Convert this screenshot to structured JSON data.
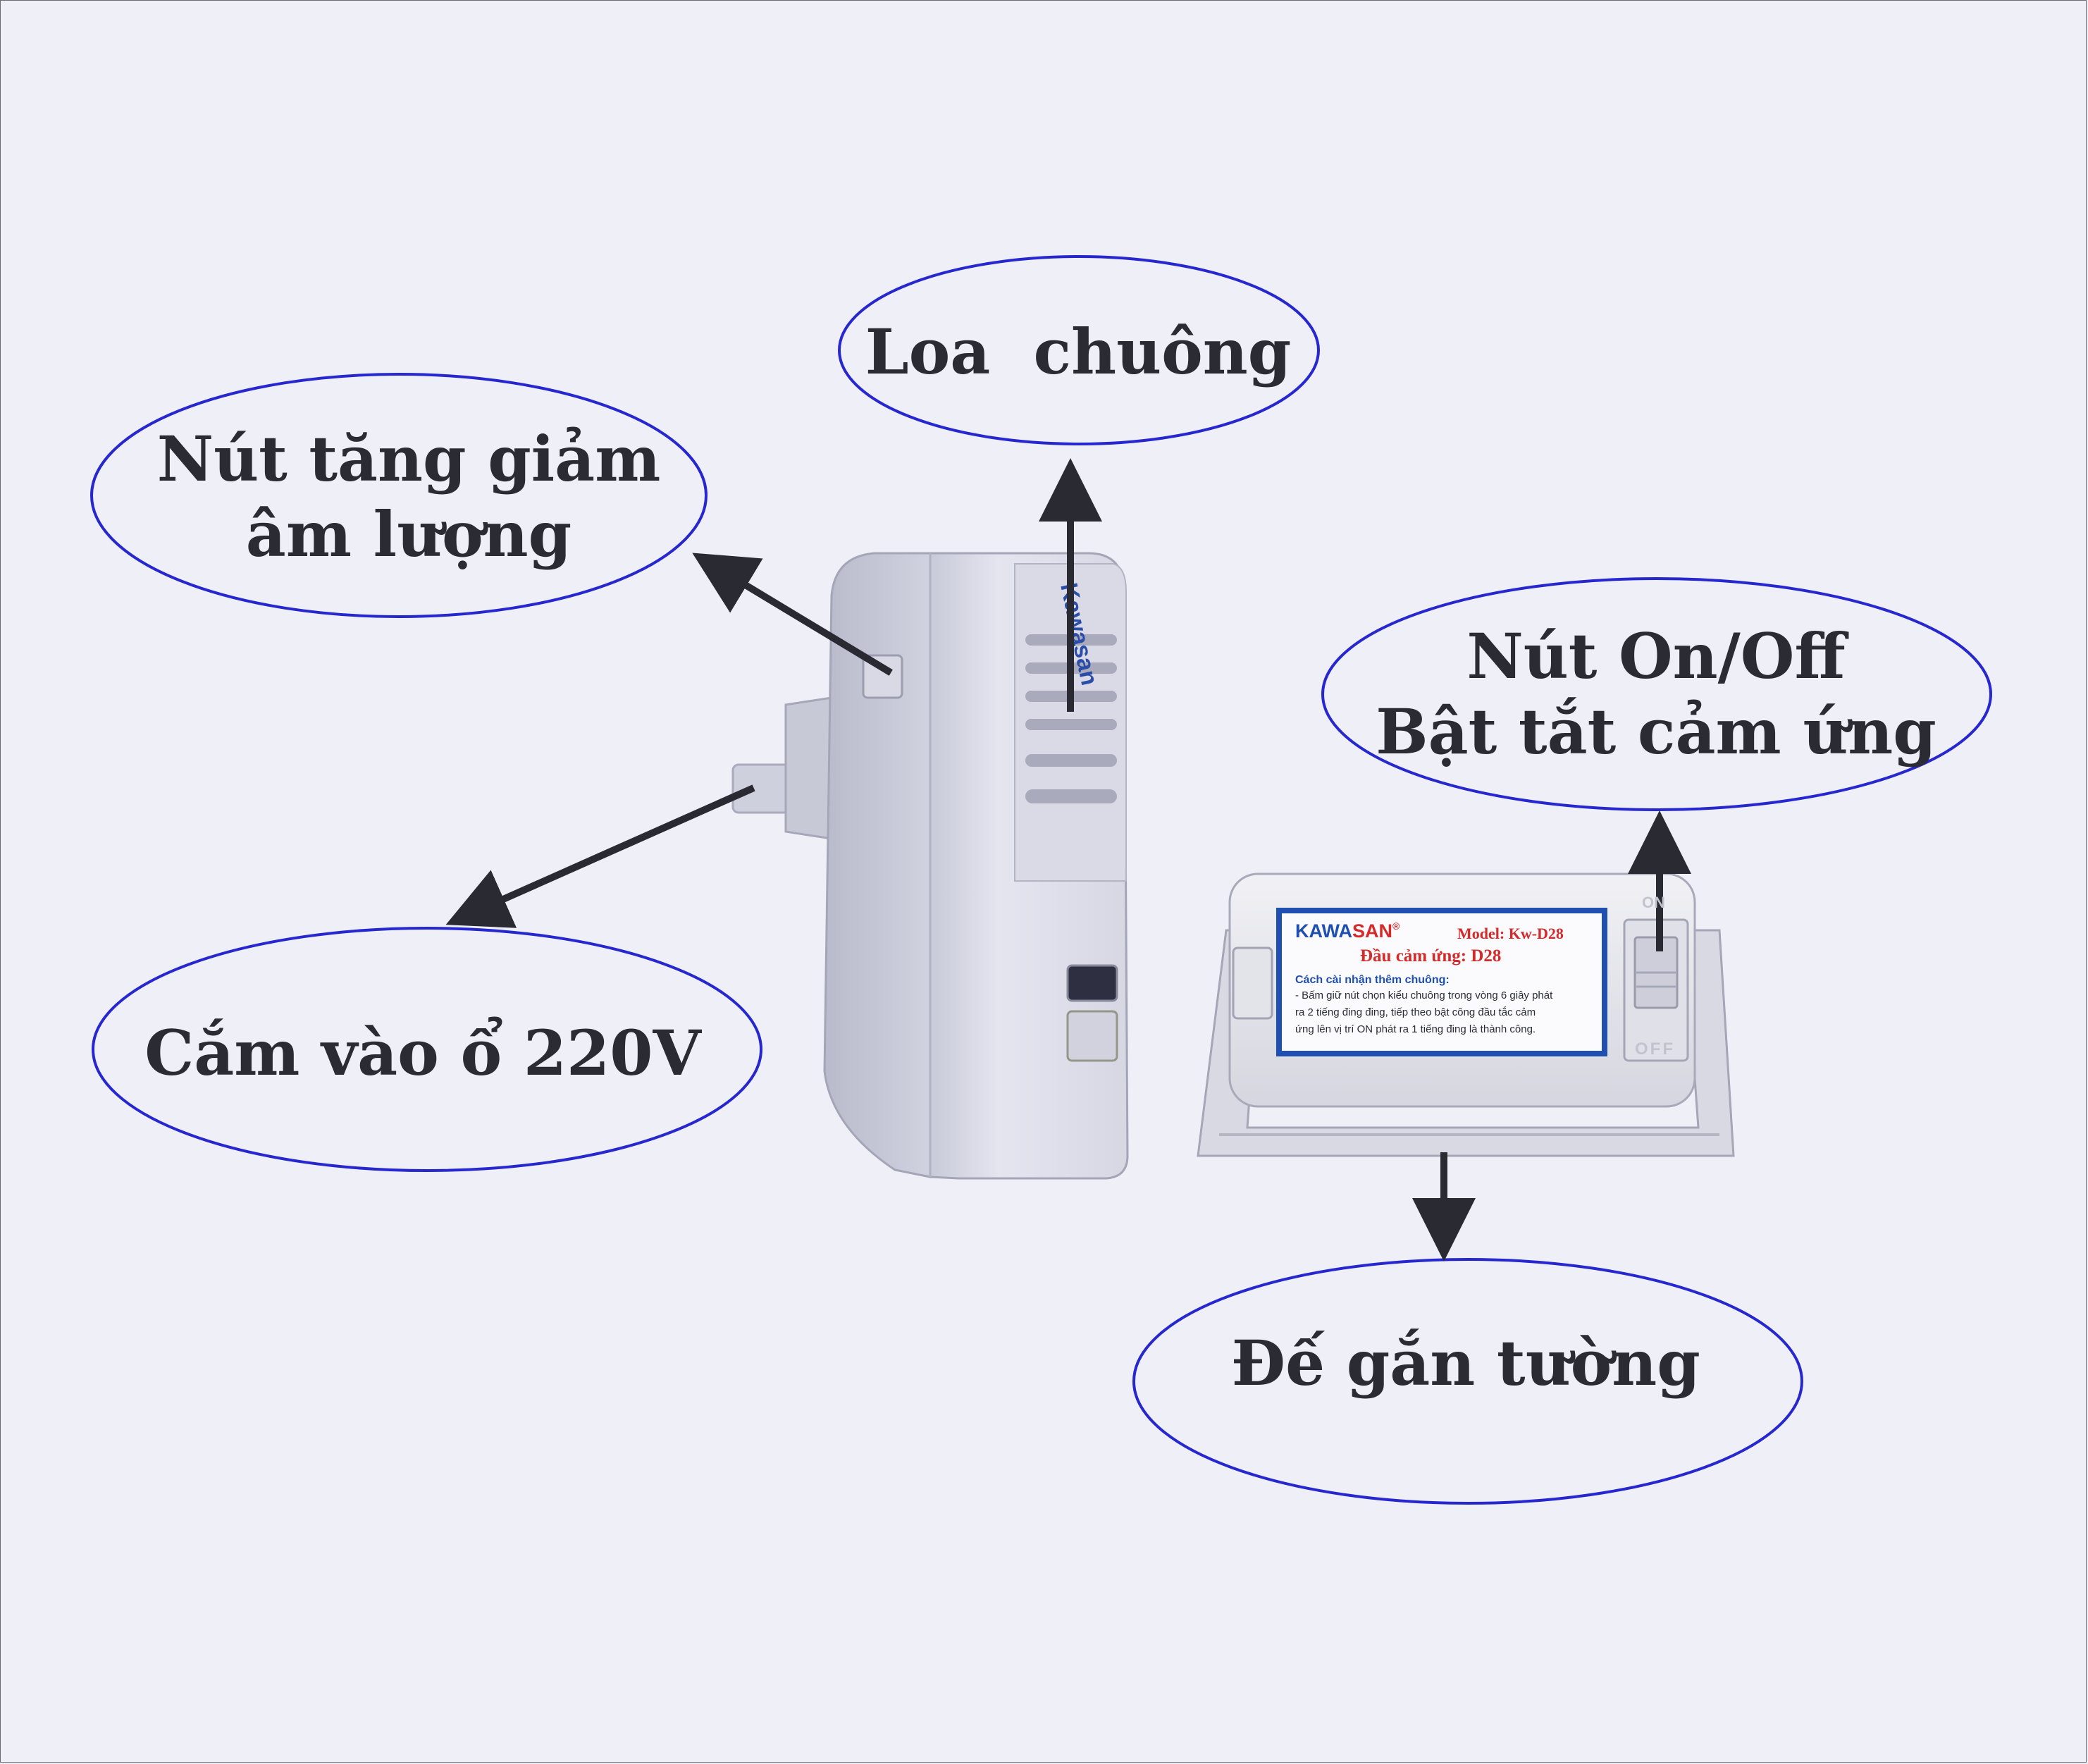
{
  "callouts": {
    "volume_button": {
      "line1": "Nút tăng giảm",
      "line2": "âm lượng"
    },
    "speaker": {
      "line1": "Loa  chuông"
    },
    "plug": {
      "line1": "Cắm vào ổ 220V"
    },
    "onoff_switch": {
      "line1": "Nút On/Off",
      "line2": "Bật tắt cảm ứng"
    },
    "wall_mount": {
      "line1": "Đế gắn tường"
    }
  },
  "receiver": {
    "brand": "Kawasan"
  },
  "sensor": {
    "brand_part1": "KAWA",
    "brand_part2": "SAN",
    "registered_mark": "®",
    "model": "Model: Kw-D28",
    "subtitle": "Đầu cảm ứng: D28",
    "instructions_title": "Cách cài nhận thêm chuông:",
    "instructions_line1": "- Bấm giữ nút chọn kiểu chuông trong vòng 6 giây phát",
    "instructions_line2": "ra 2 tiếng đing đing, tiếp theo bật công đầu tắc cảm",
    "instructions_line3": "ứng lên vị trí ON phát ra 1 tiếng đing là thành công.",
    "switch_on": "ON",
    "switch_off": "OFF"
  },
  "colors": {
    "background": "#efeff7",
    "ellipse_stroke": "#2727d0",
    "arrow": "#2a2a33",
    "device_body": "#dcdde8",
    "label_border": "#1f4fb0",
    "label_red": "#d42a2a"
  }
}
